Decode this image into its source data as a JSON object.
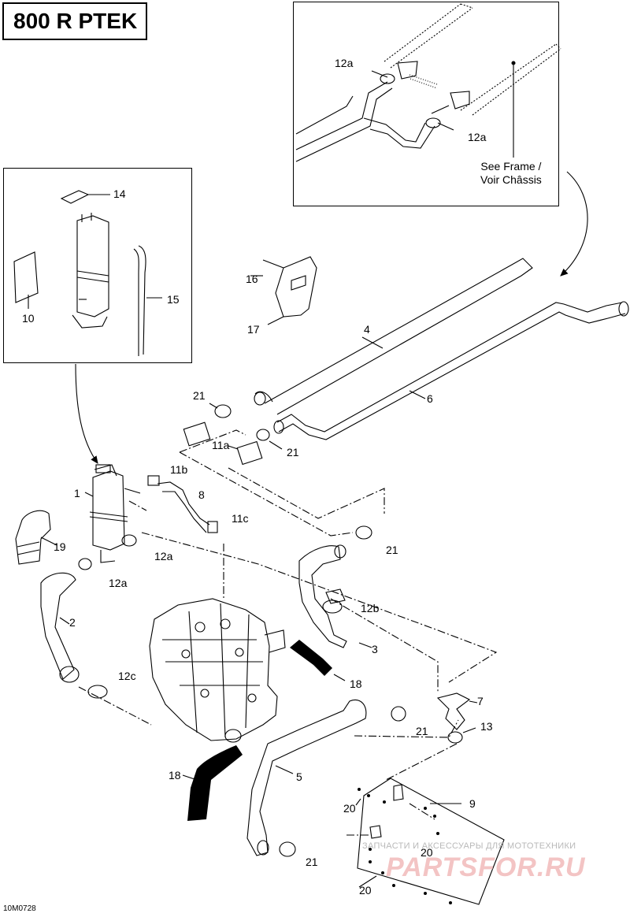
{
  "model": "800 R PTEK",
  "drawing_code": "10M0728",
  "frame_note": [
    "See Frame /",
    "Voir Châssis"
  ],
  "watermark": {
    "line1": "ЗАПЧАСТИ И АКСЕССУАРЫ ДЛЯ МОТОТЕХНИКИ",
    "line2": "PARTSFOR.RU"
  },
  "callouts": {
    "c1": "1",
    "c2": "2",
    "c3": "3",
    "c4": "4",
    "c5": "5",
    "c6": "6",
    "c7": "7",
    "c8": "8",
    "c9": "9",
    "c10": "10",
    "c11a": "11a",
    "c11b": "11b",
    "c11c": "11c",
    "c12a_1": "12a",
    "c12a_2": "12a",
    "c12a_3": "12a",
    "c12a_4": "12a",
    "c12b": "12b",
    "c12c": "12c",
    "c13": "13",
    "c14": "14",
    "c15": "15",
    "c16": "16",
    "c17": "17",
    "c18_1": "18",
    "c18_2": "18",
    "c19": "19",
    "c20_1": "20",
    "c20_2": "20",
    "c20_3": "20",
    "c21_1": "21",
    "c21_2": "21",
    "c21_3": "21",
    "c21_4": "21",
    "c21_5": "21"
  }
}
